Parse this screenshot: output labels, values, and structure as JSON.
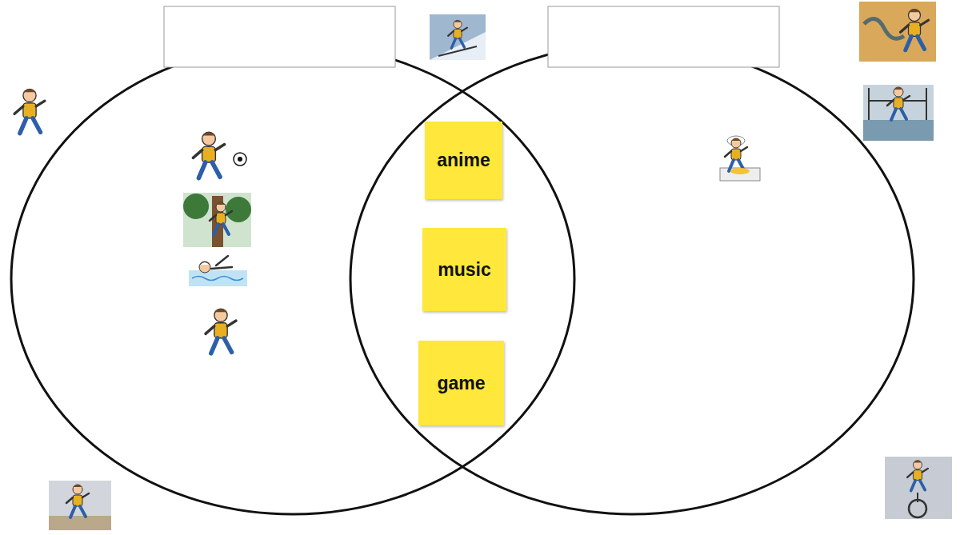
{
  "diagram": {
    "nodes": [
      {
        "text": [
          "anime"
        ]
      },
      {
        "text": [
          "music"
        ]
      },
      {
        "text": [
          "game"
        ]
      }
    ]
  }
}
